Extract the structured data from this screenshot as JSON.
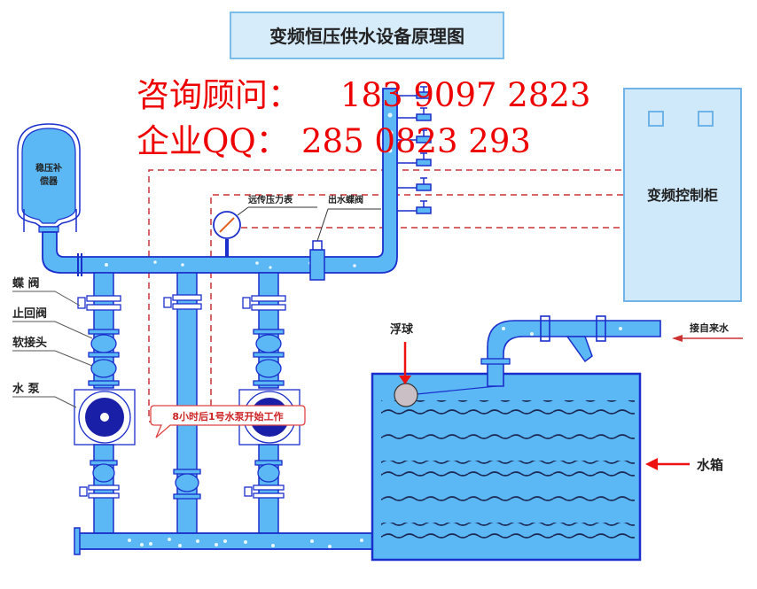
{
  "title": "变频恒压供水设备原理图",
  "contact": {
    "consultant_label": "咨询顾问：",
    "consultant_phone": "183 9097 2823",
    "qq_label": "企业QQ：",
    "qq_number": "285 0823 293"
  },
  "labels": {
    "pressure_tank": [
      "稳压补",
      "偿器"
    ],
    "butterfly_valve": "蝶  阀",
    "check_valve": "止回阀",
    "soft_joint": "软接头",
    "water_pump": "水  泵",
    "remote_pressure_gauge": "远传压力表",
    "outlet_butterfly_valve": "出水蝶阀",
    "control_cabinet": "变频控制柜",
    "float_ball": "浮球",
    "tap_water_inlet": "接自来水",
    "water_tank": "水箱",
    "pump_callout": "8小时后1号水泵开始工作"
  },
  "colors": {
    "pipe_fill": "#5cb8f5",
    "pipe_stroke": "#1a2ecc",
    "cabinet_fill": "#cfe9fb",
    "cabinet_stroke": "#6fb3e8",
    "signal_line": "#cc3333",
    "contact_text": "#ee0000",
    "float_ball": "#c9bfc4",
    "pump_impeller": "#1a1fa8"
  }
}
